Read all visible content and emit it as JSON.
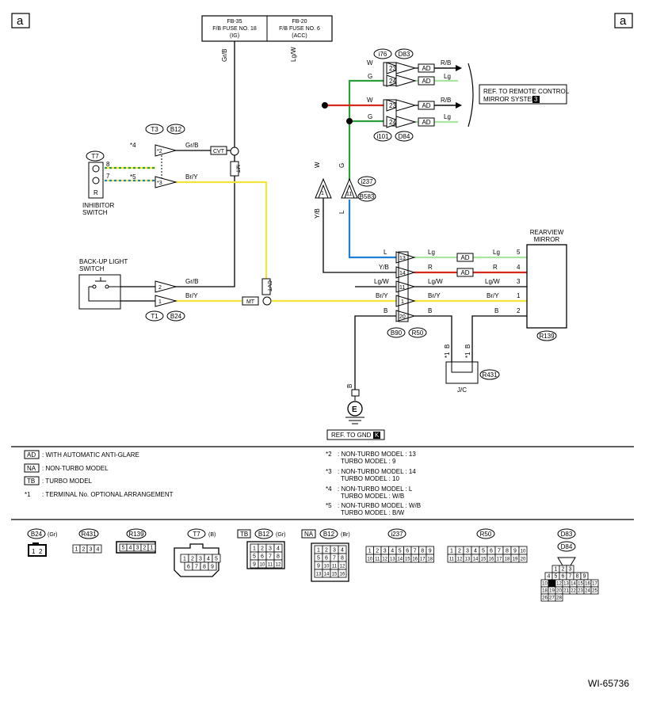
{
  "corner_marks": {
    "left": "a",
    "right": "a"
  },
  "fuses": {
    "fb35": {
      "l1": "FB-35",
      "l2": "F/B FUSE NO. 18",
      "l3": "(IG)"
    },
    "fb20": {
      "l1": "FB-20",
      "l2": "F/B FUSE NO. 6",
      "l3": "(ACC)"
    }
  },
  "wires": {
    "grb": "Gr/B",
    "lgw": "Lg/W",
    "w": "W",
    "g": "G",
    "rb": "R/B",
    "lg": "Lg",
    "bry": "Br/Y",
    "yb": "Y/B",
    "l": "L",
    "r": "R",
    "b": "B"
  },
  "wire_colors": {
    "green": "#2e9e3a",
    "red": "#d72a1f",
    "yellow": "#f2e53a",
    "blue": "#1f7fd6",
    "lightgreen": "#a8e6a0",
    "black": "#000000"
  },
  "connectors": {
    "i76": "i76",
    "d83": "D83",
    "i101": "i101",
    "d84": "D84",
    "t3": "T3",
    "b12": "B12",
    "t7": "T7",
    "i237": "i237",
    "b583": "B583",
    "t1": "T1",
    "b24": "B24",
    "b90": "B90",
    "r50": "R50",
    "r139": "R139",
    "r431": "R431"
  },
  "pins": {
    "p23": "23",
    "p24": "24",
    "p2": "2",
    "p3": "3",
    "p1": "1",
    "p8": "8",
    "p7": "7",
    "p13": "13",
    "p14": "14",
    "p11": "11",
    "p20": "20",
    "p5": "5",
    "p4": "4"
  },
  "marks": {
    "s4": "*4",
    "s5": "*5",
    "s1": "*1",
    "s2": "*2",
    "s3": "*3",
    "cvt": "CVT",
    "mt": "MT",
    "ad": "AD",
    "rpin": "R",
    "gnd_e": "E",
    "ref_box": "3"
  },
  "labels": {
    "ref_remote_1": "REF. TO REMOTE CONTROL",
    "ref_remote_2": "MIRROR SYSTEM",
    "inhibitor_1": "INHIBITOR",
    "inhibitor_2": "SWITCH",
    "backup_1": "BACK-UP LIGHT",
    "backup_2": "SWITCH",
    "rearview_1": "REARVIEW",
    "rearview_2": "MIRROR",
    "jc": "J/C",
    "ref_gnd": "REF. TO GND",
    "ref_gnd_box": "K",
    "code": "WI-65736"
  },
  "legend": {
    "ad": {
      "tag": "AD",
      "text": ": WITH AUTOMATIC ANTI-GLARE"
    },
    "na": {
      "tag": "NA",
      "text": ": NON-TURBO MODEL"
    },
    "tb": {
      "tag": "TB",
      "text": ": TURBO MODEL"
    },
    "s1": {
      "tag": "*1",
      "text": ": TERMINAL No. OPTIONAL ARRANGEMENT"
    },
    "s2": {
      "tag": "*2",
      "l1": ": NON-TURBO MODEL  : 13",
      "l2": "TURBO MODEL  : 9"
    },
    "s3": {
      "tag": "*3",
      "l1": ": NON-TURBO MODEL  : 14",
      "l2": "TURBO MODEL  : 10"
    },
    "s4": {
      "tag": "*4",
      "l1": ": NON-TURBO MODEL  : L",
      "l2": "TURBO MODEL  : W/B"
    },
    "s5": {
      "tag": "*5",
      "l1": ": NON-TURBO MODEL  : W/B",
      "l2": "TURBO MODEL  : B/W"
    }
  },
  "connector_views": {
    "b24": {
      "name": "B24",
      "color": "(Gr)",
      "pins": [
        "1",
        "2"
      ]
    },
    "r431": {
      "name": "R431",
      "pins": [
        "1",
        "2",
        "3",
        "4"
      ]
    },
    "r139": {
      "name": "R139",
      "pins": [
        "5",
        "4",
        "3",
        "2",
        "1"
      ]
    },
    "t7": {
      "name": "T7",
      "color": "(B)",
      "pins": [
        "1",
        "2",
        "3",
        "4",
        "5",
        "6",
        "7",
        "8",
        "9"
      ]
    },
    "b12tb": {
      "tag": "TB",
      "name": "B12",
      "color": "(Gr)",
      "pins": [
        "1",
        "2",
        "3",
        "4",
        "5",
        "6",
        "7",
        "8",
        "9",
        "10",
        "11",
        "12"
      ]
    },
    "b12na": {
      "tag": "NA",
      "name": "B12",
      "color": "(Br)",
      "pins": [
        "1",
        "2",
        "3",
        "4",
        "5",
        "6",
        "7",
        "8",
        "9",
        "10",
        "11",
        "12",
        "13",
        "14",
        "15",
        "16"
      ]
    },
    "i237": {
      "name": "i237",
      "pins": [
        "1",
        "2",
        "3",
        "4",
        "5",
        "6",
        "7",
        "8",
        "9",
        "10",
        "11",
        "12",
        "13",
        "14",
        "15",
        "16",
        "17",
        "18"
      ]
    },
    "r50": {
      "name": "R50",
      "pins": [
        "1",
        "2",
        "3",
        "4",
        "5",
        "6",
        "7",
        "8",
        "9",
        "10",
        "11",
        "12",
        "13",
        "14",
        "15",
        "16",
        "17",
        "18",
        "19",
        "20"
      ]
    },
    "d83d84": {
      "name1": "D83",
      "name2": "D84",
      "pins": [
        "1",
        "2",
        "3",
        "4",
        "5",
        "6",
        "7",
        "8",
        "9",
        "10",
        "11",
        "12",
        "13",
        "14",
        "15",
        "16",
        "17",
        "18",
        "19",
        "20",
        "21",
        "22",
        "23",
        "24",
        "25",
        "26",
        "27",
        "28"
      ]
    }
  }
}
